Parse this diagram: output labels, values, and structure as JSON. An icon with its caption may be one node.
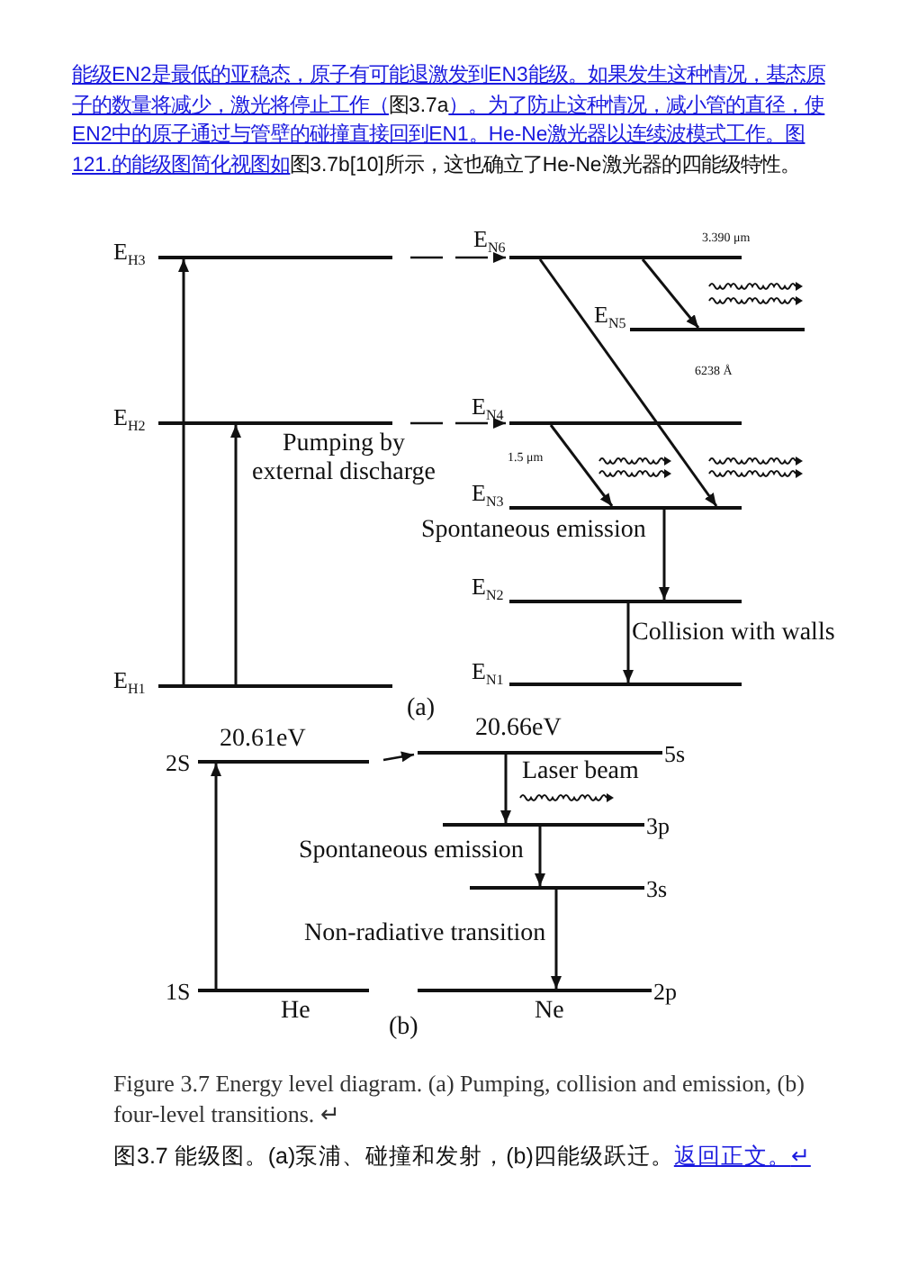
{
  "diagram": {
    "caption": "Figure 3.7 Energy level diagram. (a) Pumping, collision and emission, (b) four-level transitions. ↵",
    "nodes": [
      {
        "text": [
          "E$_{H3}$"
        ]
      },
      {
        "text": [
          "E$_{H2}$"
        ]
      },
      {
        "text": [
          "E$_{H1}$"
        ]
      },
      {
        "text": [
          "E$_{N6}$"
        ]
      },
      {
        "text": [
          "E$_{N5}$"
        ]
      },
      {
        "text": [
          "E$_{N4}$"
        ]
      },
      {
        "text": [
          "E$_{N3}$"
        ]
      },
      {
        "text": [
          "E$_{N2}$"
        ]
      },
      {
        "text": [
          "E$_{N1}$"
        ]
      },
      {
        "text": [
          "2S"
        ],
        "beside": [
          "20.61eV"
        ]
      },
      {
        "text": [
          "1S"
        ],
        "beside": [
          "He"
        ]
      },
      {
        "text": [
          "5s"
        ],
        "beside": [
          "20.66eV"
        ]
      },
      {
        "text": [
          "3p"
        ]
      },
      {
        "text": [
          "3s"
        ]
      },
      {
        "text": [
          "2p"
        ],
        "beside": [
          "Ne"
        ]
      }
    ],
    "edges": [
      {
        "from": 2,
        "to": 0,
        "arrow": "to"
      },
      {
        "from": 2,
        "to": 1,
        "arrow": "to"
      },
      {
        "from": 0,
        "to": 3,
        "arrow": "to",
        "style": "dashed"
      },
      {
        "from": 1,
        "to": 5,
        "arrow": "to",
        "style": "dashed"
      },
      {
        "from": 3,
        "to": 4,
        "arrow": "to"
      },
      {
        "from": 3,
        "to": 6,
        "arrow": "to"
      },
      {
        "from": 5,
        "to": 6,
        "arrow": "to"
      },
      {
        "from": 6,
        "to": 7,
        "arrow": "to"
      },
      {
        "from": 7,
        "to": 8,
        "arrow": "to"
      },
      {
        "from": 10,
        "to": 9,
        "arrow": "to"
      },
      {
        "from": 9,
        "to": 11,
        "arrow": "to",
        "style": "dashed"
      },
      {
        "from": 11,
        "to": 12,
        "arrow": "to"
      },
      {
        "from": 12,
        "to": 13,
        "arrow": "to"
      },
      {
        "from": 13,
        "to": 14,
        "arrow": "to"
      }
    ],
    "labels": [
      "能级EN2是最低的亚稳态，原子有可能退激发到EN3能级。如果发生这种情况，基态原子的数量将减少，激光将停止工作（",
      "图3.7a",
      "）。为了防止这种情况，减小管的直径，使EN2中的原子通过与管壁的碰撞直接回到EN1。He-Ne激光器以连续波模式工作。图121.的能级图简化视图如",
      "图3.7b[10]所示，这也确立了He-Ne激光器的四能级特性。",
      "Pumping by external discharge",
      "3.390 μm",
      "6238 Å",
      "1.5 μm",
      "Spontaneous emission",
      "Collision with walls",
      "(a)",
      "Laser beam",
      "Spontaneous emission",
      "Non-radiative transition",
      "(b)",
      "图3.7 能级图。(a)泵浦、碰撞和发射，(b)四能级跃迁。",
      "返回正文。",
      "↵"
    ]
  }
}
